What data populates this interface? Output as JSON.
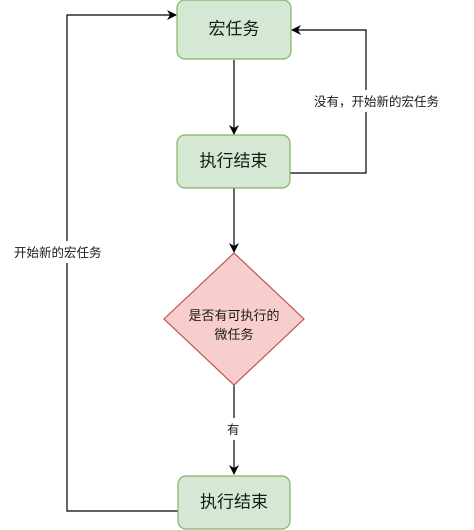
{
  "diagram": {
    "nodes": {
      "macro_task": {
        "label": "宏任务",
        "fill": "#d5e8d4",
        "stroke": "#82b366"
      },
      "exec_end_1": {
        "label": "执行结束",
        "fill": "#d5e8d4",
        "stroke": "#82b366"
      },
      "decision": {
        "label_line1": "是否有可执行的",
        "label_line2": "微任务",
        "fill": "#f8cecc",
        "stroke": "#b85450"
      },
      "exec_end_2": {
        "label": "执行结束",
        "fill": "#d5e8d4",
        "stroke": "#82b366"
      }
    },
    "edges": {
      "no_new_macro": {
        "label": "没有，开始新的宏任务"
      },
      "start_new_macro": {
        "label": "开始新的宏任务"
      },
      "has_micro": {
        "label": "有"
      }
    },
    "colors": {
      "line": "#000000"
    }
  }
}
